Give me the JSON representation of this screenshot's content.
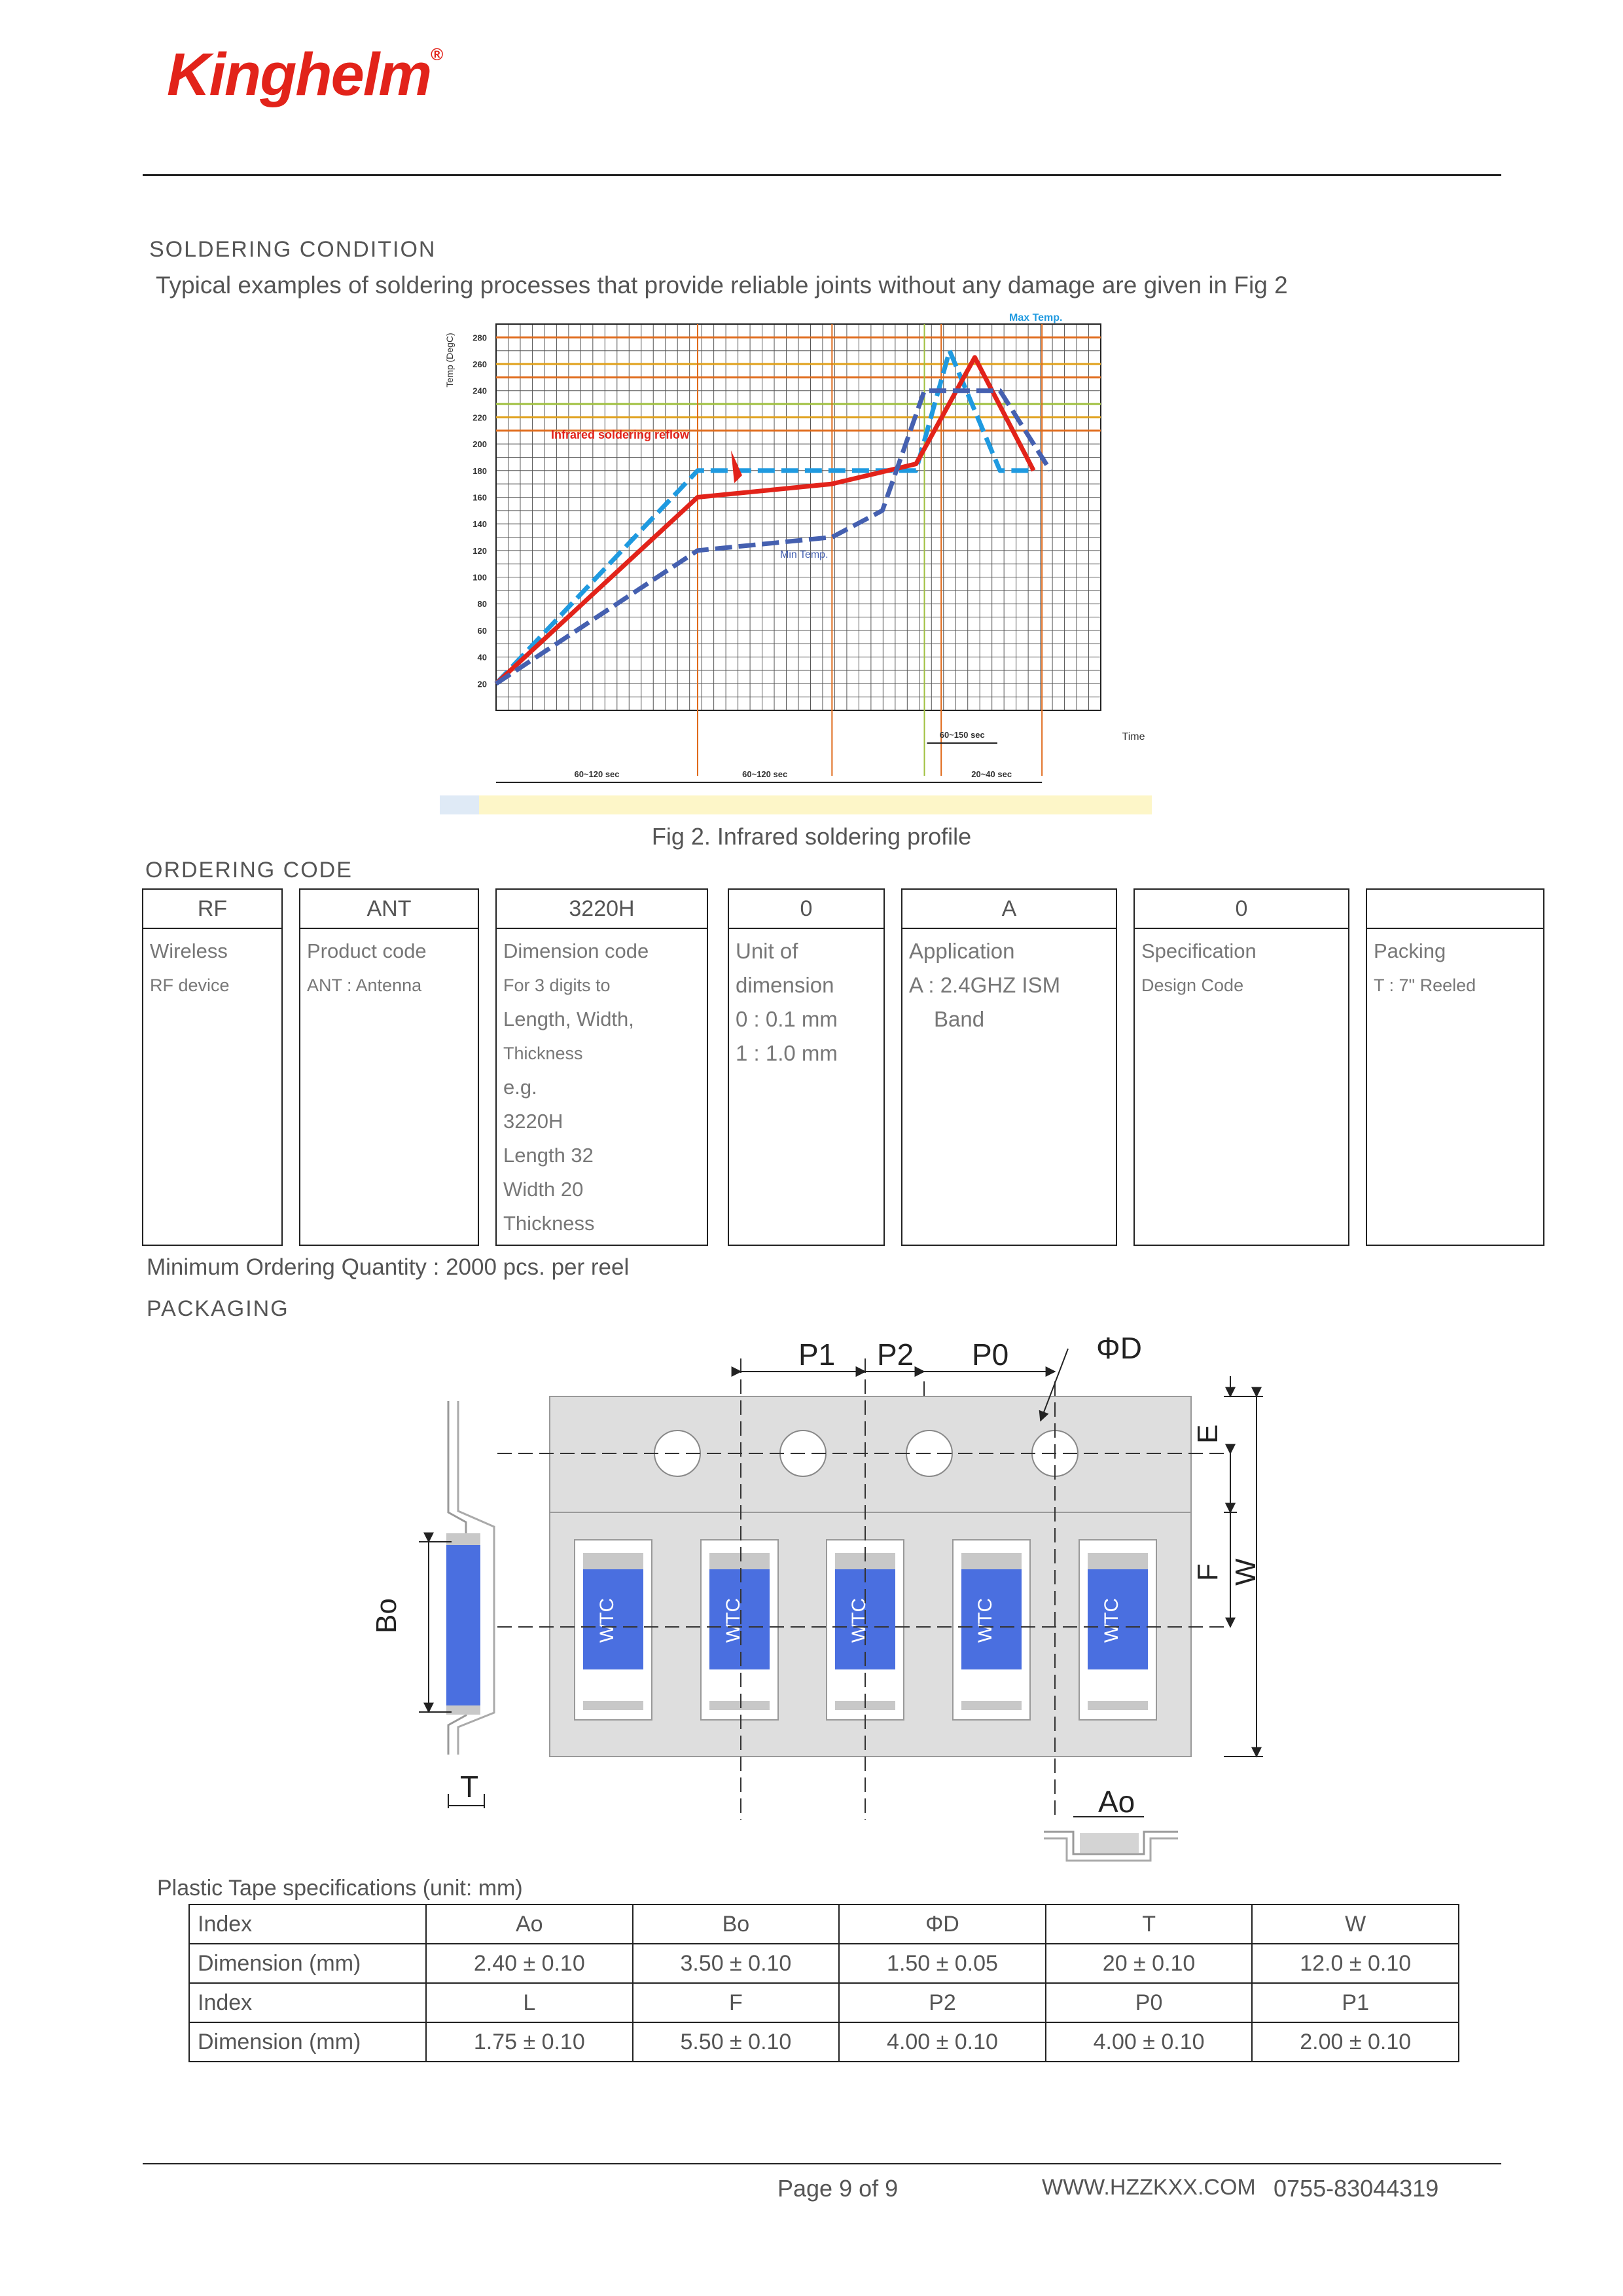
{
  "header": {
    "logo": "Kinghelm",
    "logo_mark": "®"
  },
  "soldering": {
    "title": "SOLDERING CONDITION",
    "intro": "Typical examples of soldering processes that provide reliable joints without any damage are given in Fig 2",
    "chart_data": {
      "type": "line",
      "y_axis_label": "Temp (DegC)",
      "x_axis_label": "Time",
      "y_ticks": [
        "20",
        "40",
        "60",
        "80",
        "100",
        "120",
        "140",
        "160",
        "180",
        "200",
        "220",
        "240",
        "260",
        "280"
      ],
      "ylim": [
        0,
        290
      ],
      "annotations": [
        "Infrared soldering reflow",
        "Min Temp.",
        "Max Temp."
      ],
      "time_ranges": [
        "60~120 sec",
        "60~120 sec",
        "20~40 sec",
        "60~150 sec"
      ],
      "series": [
        {
          "name": "Max Temp.",
          "color": "#1f9ae0",
          "style": "dashed",
          "x": [
            0,
            120,
            200,
            250,
            270,
            300,
            320
          ],
          "y": [
            20,
            180,
            180,
            180,
            270,
            180,
            180
          ]
        },
        {
          "name": "Infrared soldering reflow",
          "color": "#e2231a",
          "style": "solid",
          "x": [
            0,
            120,
            200,
            250,
            285,
            320
          ],
          "y": [
            20,
            160,
            170,
            185,
            265,
            180
          ]
        },
        {
          "name": "Min Temp.",
          "color": "#4560b0",
          "style": "dashed",
          "x": [
            0,
            120,
            200,
            230,
            255,
            290,
            300,
            330
          ],
          "y": [
            20,
            120,
            130,
            150,
            240,
            240,
            240,
            180
          ]
        }
      ],
      "caption": "Fig 2. Infrared soldering profile"
    }
  },
  "ordering": {
    "title": "ORDERING CODE",
    "columns": [
      {
        "head": "RF",
        "lines": [
          "Wireless",
          "RF device"
        ]
      },
      {
        "head": "ANT",
        "lines": [
          "Product code",
          "ANT : Antenna"
        ]
      },
      {
        "head": "3220H",
        "lines": [
          "Dimension code",
          "For 3 digits to",
          "Length, Width,",
          "Thickness",
          "e.g.",
          "3220H",
          "Length 32",
          "Width 20",
          "Thickness"
        ]
      },
      {
        "head": "0",
        "lines": [
          "Unit of",
          "dimension",
          "0 : 0.1 mm",
          "1 : 1.0 mm"
        ]
      },
      {
        "head": "A",
        "lines": [
          "Application",
          "A : 2.4GHZ ISM",
          "Band"
        ]
      },
      {
        "head": "0",
        "lines": [
          "Specification",
          "Design Code"
        ]
      },
      {
        "head": "",
        "lines": [
          "Packing",
          "T : 7\" Reeled"
        ]
      }
    ],
    "moq": "Minimum Ordering Quantity : 2000 pcs. per reel"
  },
  "packaging": {
    "title": "PACKAGING",
    "labels": {
      "p1": "P1",
      "p2": "P2",
      "p0": "P0",
      "phid": "ΦD",
      "e": "E",
      "f": "F",
      "w": "W",
      "bo": "Bo",
      "t": "T",
      "ao": "Ao"
    },
    "chip_label": "WTC",
    "colors": {
      "tape": "#dedede",
      "pocket": "#ffffff",
      "chip": "#4a6fe0"
    }
  },
  "tape_spec": {
    "title": "Plastic Tape specifications (unit: mm)",
    "rows": [
      [
        "Index",
        "Ao",
        "Bo",
        "ΦD",
        "T",
        "W"
      ],
      [
        "Dimension (mm)",
        "2.40 ± 0.10",
        "3.50 ± 0.10",
        "1.50 ± 0.05",
        "20 ± 0.10",
        "12.0 ± 0.10"
      ],
      [
        "Index",
        "L",
        "F",
        "P2",
        "P0",
        "P1"
      ],
      [
        "Dimension (mm)",
        "1.75 ± 0.10",
        "5.50 ± 0.10",
        "4.00 ± 0.10",
        "4.00 ± 0.10",
        "2.00 ± 0.10"
      ]
    ]
  },
  "footer": {
    "page": "Page 9 of 9",
    "website": "WWW.HZZKXX.COM",
    "phone": "0755-83044319"
  }
}
